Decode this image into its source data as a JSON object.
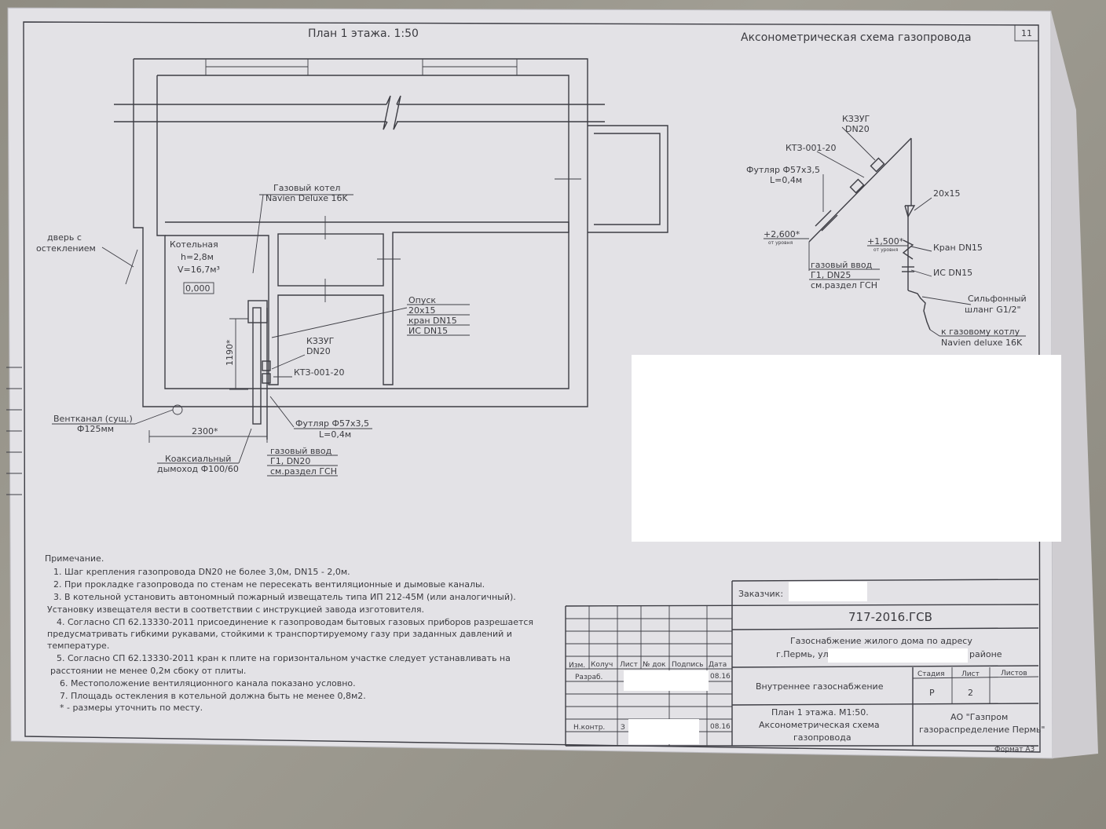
{
  "plan": {
    "title": "План 1 этажа. 1:50",
    "labels": {
      "boiler_title": "Газовый котел",
      "boiler_model": "Navien Deluxe 16K",
      "door": [
        "дверь с",
        "остеклением"
      ],
      "room_name": "Котельная",
      "room_height": "h=2,8м",
      "room_volume": "V=16,7м³",
      "level": "0,000",
      "riser_lines": [
        "Опуск",
        "20х15",
        "кран DN15",
        "ИС DN15"
      ],
      "k3zug_lines": [
        "КЗЗУГ",
        "DN20"
      ],
      "kt3": "КТЗ-001-20",
      "vent_lines": [
        "Вентканал (сущ.)",
        "Ф125мм"
      ],
      "dim_1190": "1190*",
      "dim_2300": "2300*",
      "sleeve_lines": [
        "Футляр Ф57х3,5",
        "L=0,4м"
      ],
      "flue_lines": [
        "Коаксиальный",
        "дымоход Ф100/60"
      ],
      "gas_input_lines": [
        "газовый ввод",
        "Г1, DN20",
        "см.раздел ГСН"
      ]
    }
  },
  "axon": {
    "title": "Аксонометрическая схема газопровода",
    "sheet_number": "11",
    "labels": {
      "k3zug_lines": [
        "КЗЗУГ",
        "DN20"
      ],
      "kt3": "КТЗ-001-20",
      "sleeve_lines": [
        "Футляр Ф57х3,5",
        "L=0,4м"
      ],
      "reducer": "20х15",
      "elev1": "+2,600*",
      "elev2": "+1,500*",
      "elev_note": "от уровня",
      "valve": "Кран DN15",
      "is": "ИС DN15",
      "gas_input_lines": [
        "газовый ввод",
        "Г1, DN25",
        "см.раздел ГСН"
      ],
      "hose_lines": [
        "Сильфонный",
        "шланг G1/2\""
      ],
      "to_boiler_lines": [
        "к газовому котлу",
        "Navien deluxe 16K"
      ]
    }
  },
  "notes": {
    "heading": "Примечание.",
    "items": [
      "1. Шаг крепления газопровода DN20 не более 3,0м, DN15 - 2,0м.",
      "2. При прокладке газопровода по стенам не пересекать вентиляционные и дымовые каналы.",
      "3. В котельной установить автономный пожарный извещатель типа ИП 212-45М (или аналогичный).",
      "Установку извещателя вести в соответствии с инструкцией завода изготовителя.",
      "4. Согласно СП 62.13330-2011 присоединение к газопроводам бытовых газовых приборов разрешается",
      "предусматривать гибкими рукавами, стойкими к транспортируемому газу при заданных давлений и",
      "температуре.",
      "5. Согласно СП 62.13330-2011 кран к плите на горизонтальном участке следует устанавливать на",
      "расстоянии не менее 0,2м сбоку от плиты.",
      "6. Местоположение вентиляционного канала показано условно.",
      "7. Площадь остекления в котельной должна быть не менее 0,8м2.",
      "* - размеры уточнить по месту."
    ]
  },
  "title_block": {
    "customer_label": "Заказчик:",
    "doc_code": "717-2016.ГСВ",
    "object_line1": "Газоснабжение жилого дома по адресу",
    "object_line2_start": "г.Пермь, ул",
    "object_line2_end": "районе",
    "section_name": "Внутреннее газоснабжение",
    "sheet_title_lines": [
      "План 1 этажа. М1:50.",
      "Аксонометрическая схема",
      "газопровода"
    ],
    "headers": {
      "izm": "Изм.",
      "koluch": "Колуч",
      "list": "Лист",
      "ndok": "№ док",
      "podpis": "Подпись",
      "data": "Дата",
      "stadiya": "Стадия",
      "list2": "Лист",
      "listov": "Листов"
    },
    "razrab_label": "Разраб.",
    "razrab_date": "08.16",
    "nkontr_label": "Н.контр.",
    "nkontr_initial": "З",
    "nkontr_date": "08.16",
    "stage": "Р",
    "sheet": "2",
    "sheets_total": "",
    "organization_lines": [
      "АО \"Газпром",
      "газораспределение Пермь\""
    ],
    "format": "Формат А3"
  }
}
